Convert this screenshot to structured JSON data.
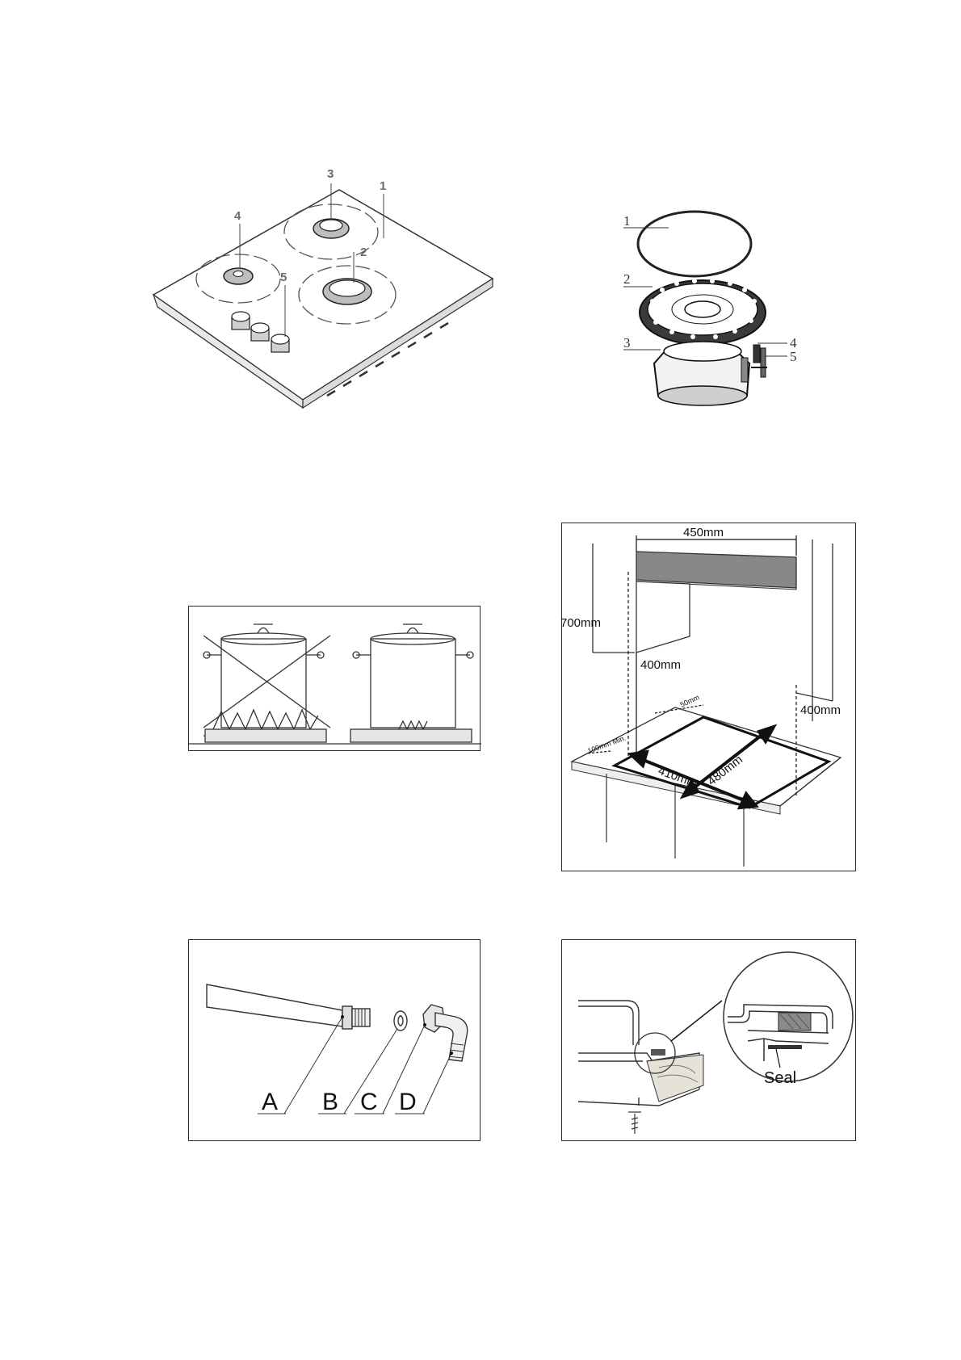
{
  "hob_figure": {
    "callouts": [
      "1",
      "2",
      "3",
      "4",
      "5"
    ]
  },
  "burner_figure": {
    "callouts": [
      "1",
      "2",
      "3",
      "4",
      "5"
    ]
  },
  "pot_figure": {},
  "installation_figure": {
    "dimensions": {
      "hood_width": "450mm",
      "hood_height": "700mm",
      "wall_cabinet_clearance": "400mm",
      "side_clearance": "400mm",
      "rear_clearance": "50mm",
      "front_clearance": "100mm Min.",
      "cutout_width": "410mm",
      "cutout_depth": "480mm"
    }
  },
  "gas_connection_figure": {
    "labels": [
      "A",
      "B",
      "C",
      "D"
    ]
  },
  "seal_figure": {
    "label": "Seal"
  }
}
